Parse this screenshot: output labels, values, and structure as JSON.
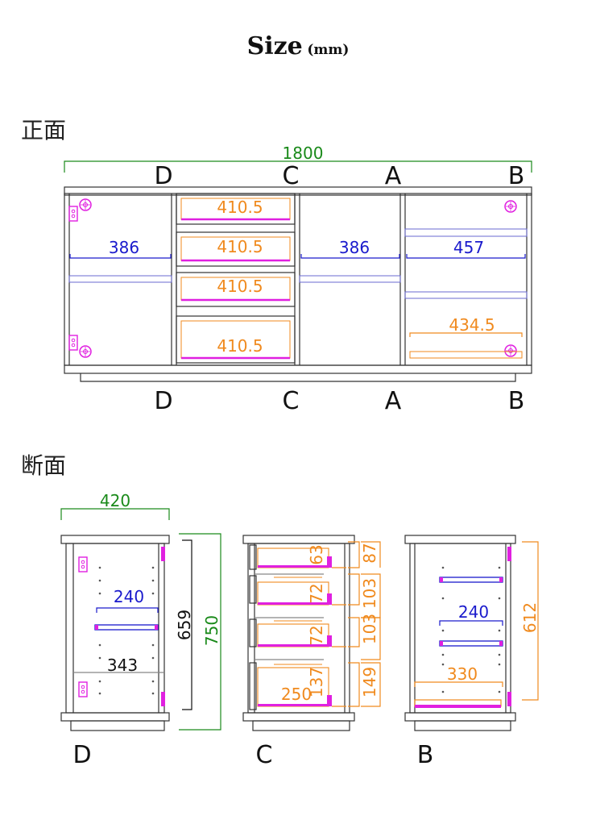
{
  "title": {
    "main": "Size",
    "unit": "(mm)"
  },
  "sections": {
    "front": "正面",
    "cross": "断面"
  },
  "front": {
    "overall_width": "1800",
    "section_markers_top": [
      "D",
      "C",
      "A",
      "B"
    ],
    "section_markers_bottom": [
      "D",
      "C",
      "A",
      "B"
    ],
    "shelf_d": "386",
    "drawers": [
      "410.5",
      "410.5",
      "410.5",
      "410.5"
    ],
    "shelf_a": "386",
    "shelf_b": "457",
    "shelf_b_bottom": "434.5"
  },
  "cross": {
    "d": {
      "depth": "420",
      "inner_height": "659",
      "total_height": "750",
      "shelf": "240",
      "inner_depth": "343",
      "label": "D"
    },
    "c": {
      "drawer_heights": [
        "63",
        "72",
        "72",
        "137"
      ],
      "pitches": [
        "87",
        "103",
        "103",
        "149"
      ],
      "drawer_depth": "250",
      "label": "C"
    },
    "b": {
      "height": "612",
      "shelf": "240",
      "bottom_depth": "330",
      "label": "B"
    }
  },
  "colors": {
    "green": "#1a8a1a",
    "blue": "#1a1acc",
    "orange": "#f08a1e",
    "magenta": "#e020e0",
    "line": "#333333"
  }
}
